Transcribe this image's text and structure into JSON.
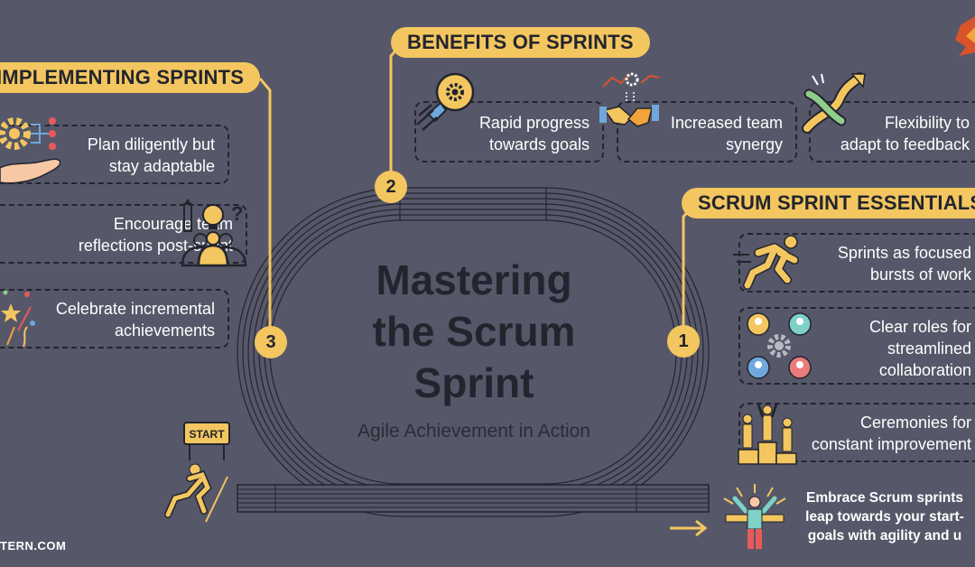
{
  "title": {
    "line1": "Mastering",
    "line2": "the Scrum",
    "line3": "Sprint",
    "subtitle": "Agile Achievement in Action"
  },
  "sections": {
    "benefits": {
      "number": "2",
      "title": "BENEFITS OF SPRINTS",
      "items": [
        {
          "line1": "Rapid progress",
          "line2": "towards goals",
          "icon": "lightbulb-gear-icon"
        },
        {
          "line1": "Increased team",
          "line2": "synergy",
          "icon": "handshake-icon"
        },
        {
          "line1": "Flexibility to",
          "line2": "adapt to feedback",
          "icon": "arrow-shuffle-icon"
        }
      ]
    },
    "essentials": {
      "number": "1",
      "title": "SCRUM SPRINT ESSENTIALS",
      "items": [
        {
          "line1": "Sprints as focused",
          "line2": "bursts of work",
          "icon": "runner-icon"
        },
        {
          "line1": "Clear roles for",
          "line2": "streamlined",
          "line3": "collaboration",
          "icon": "team-gear-icon"
        },
        {
          "line1": "Ceremonies for",
          "line2": "constant improvement",
          "icon": "podium-icon"
        }
      ]
    },
    "implementing": {
      "number": "3",
      "title": "IMPLEMENTING SPRINTS",
      "items": [
        {
          "line1": "Plan diligently but",
          "line2": "stay adaptable",
          "icon": "hand-gear-icon"
        },
        {
          "line1": "Encourage team",
          "line2": "reflections post-sprint",
          "icon": "team-idea-icon"
        },
        {
          "line1": "Celebrate incremental",
          "line2": "achievements",
          "icon": "celebration-icon"
        }
      ]
    }
  },
  "start_sign": "START",
  "cta": {
    "line1": "Embrace Scrum sprints",
    "line2": "leap towards your start-",
    "line3": "goals with agility and u"
  },
  "footer": "TERN.COM",
  "colors": {
    "background": "#565869",
    "accent": "#f3c660",
    "dark": "#23252e"
  }
}
